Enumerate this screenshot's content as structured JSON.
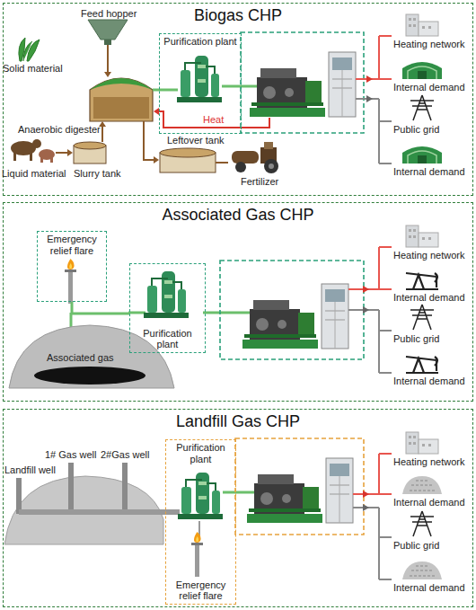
{
  "diagram": {
    "nodes": [
      {
        "text": [
          "Biogas CHP"
        ]
      },
      {
        "text": [
          "Purification plant"
        ],
        "in": 0
      },
      {
        "text": [
          "Associated Gas CHP"
        ]
      },
      {
        "text": [
          "Emergency relief flare"
        ],
        "in": 2
      },
      {
        "text": [
          "Purification plant"
        ],
        "in": 2
      },
      {
        "text": [
          "Landfill Gas CHP"
        ]
      },
      {
        "text": [
          "Purification plant",
          "Emergency relief flare"
        ],
        "in": 5
      }
    ],
    "edges": [
      {
        "from": 3,
        "to": 4,
        "arrow": "none"
      }
    ],
    "labels": [
      "Feed hopper",
      "Solid material",
      "Anaerobic digester",
      "Heat",
      "Liquid material",
      "Slurry tank",
      "Leftover tank",
      "Fertilizer",
      "Heating network",
      "Internal demand",
      "Public grid",
      "Internal demand",
      "Associated gas",
      "Heating network",
      "Internal demand",
      "Public grid",
      "Internal demand",
      "Landfill well",
      "1# Gas well",
      "2#Gas well",
      "Heating network",
      "Internal demand",
      "Public grid",
      "Internal demand"
    ]
  }
}
